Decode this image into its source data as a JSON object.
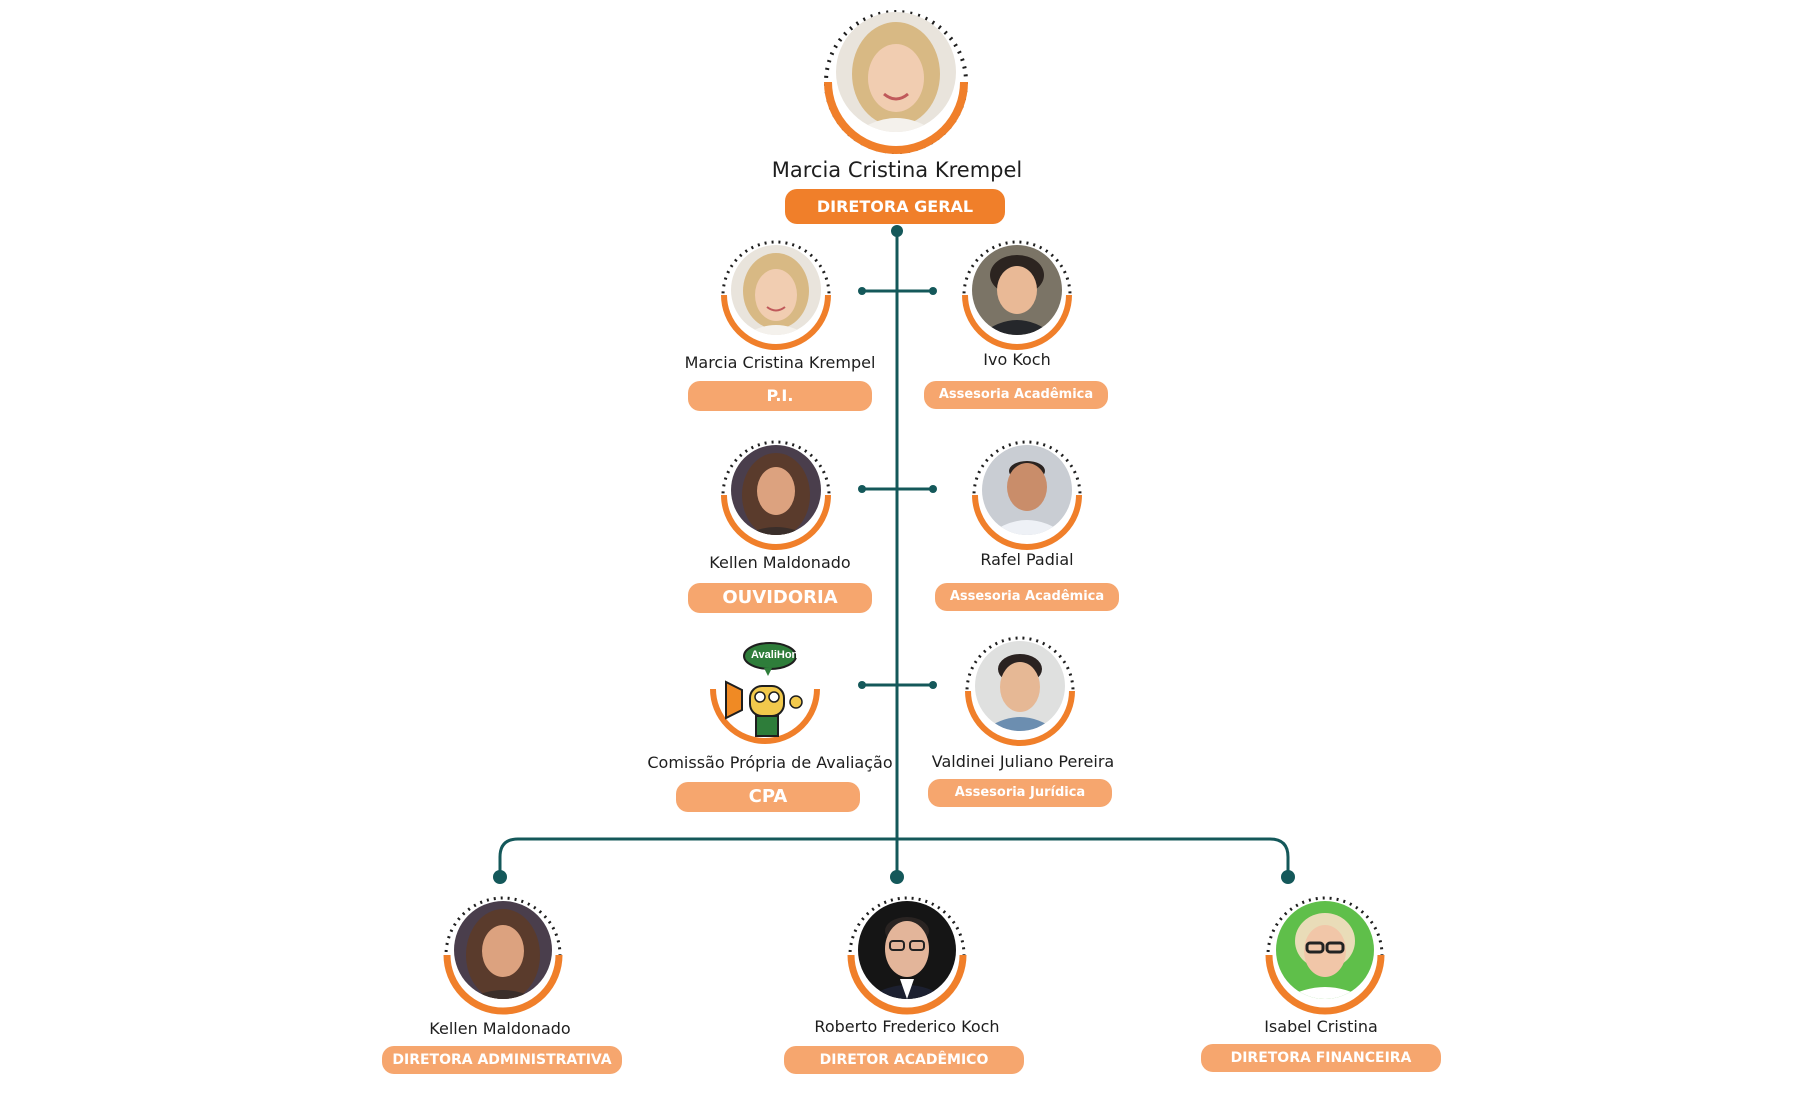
{
  "colors": {
    "accent": "#f07f2a",
    "accent_light": "#f6a66e",
    "connector": "#14585a"
  },
  "chart_data": {
    "type": "org-chart",
    "root": {
      "name": "Marcia Cristina Krempel",
      "role": "DIRETORA GERAL"
    },
    "advisory_left": [
      {
        "name": "Marcia Cristina Krempel",
        "role": "P.I."
      },
      {
        "name": "Kellen Maldonado",
        "role": "OUVIDORIA"
      },
      {
        "name": "Comissão Própria de Avaliação",
        "role": "CPA"
      }
    ],
    "advisory_right": [
      {
        "name": "Ivo Koch",
        "role": "Assesoria Acadêmica"
      },
      {
        "name": "Rafel Padial",
        "role": "Assesoria Acadêmica"
      },
      {
        "name": "Valdinei Juliano Pereira",
        "role": "Assesoria Jurídica"
      }
    ],
    "directors": [
      {
        "name": "Kellen Maldonado",
        "role": "DIRETORA ADMINISTRATIVA"
      },
      {
        "name": "Roberto Frederico Koch",
        "role": "DIRETOR ACADÊMICO"
      },
      {
        "name": "Isabel Cristina",
        "role": "DIRETORA FINANCEIRA"
      }
    ]
  },
  "cpa_logo_text": "AvaliHon"
}
